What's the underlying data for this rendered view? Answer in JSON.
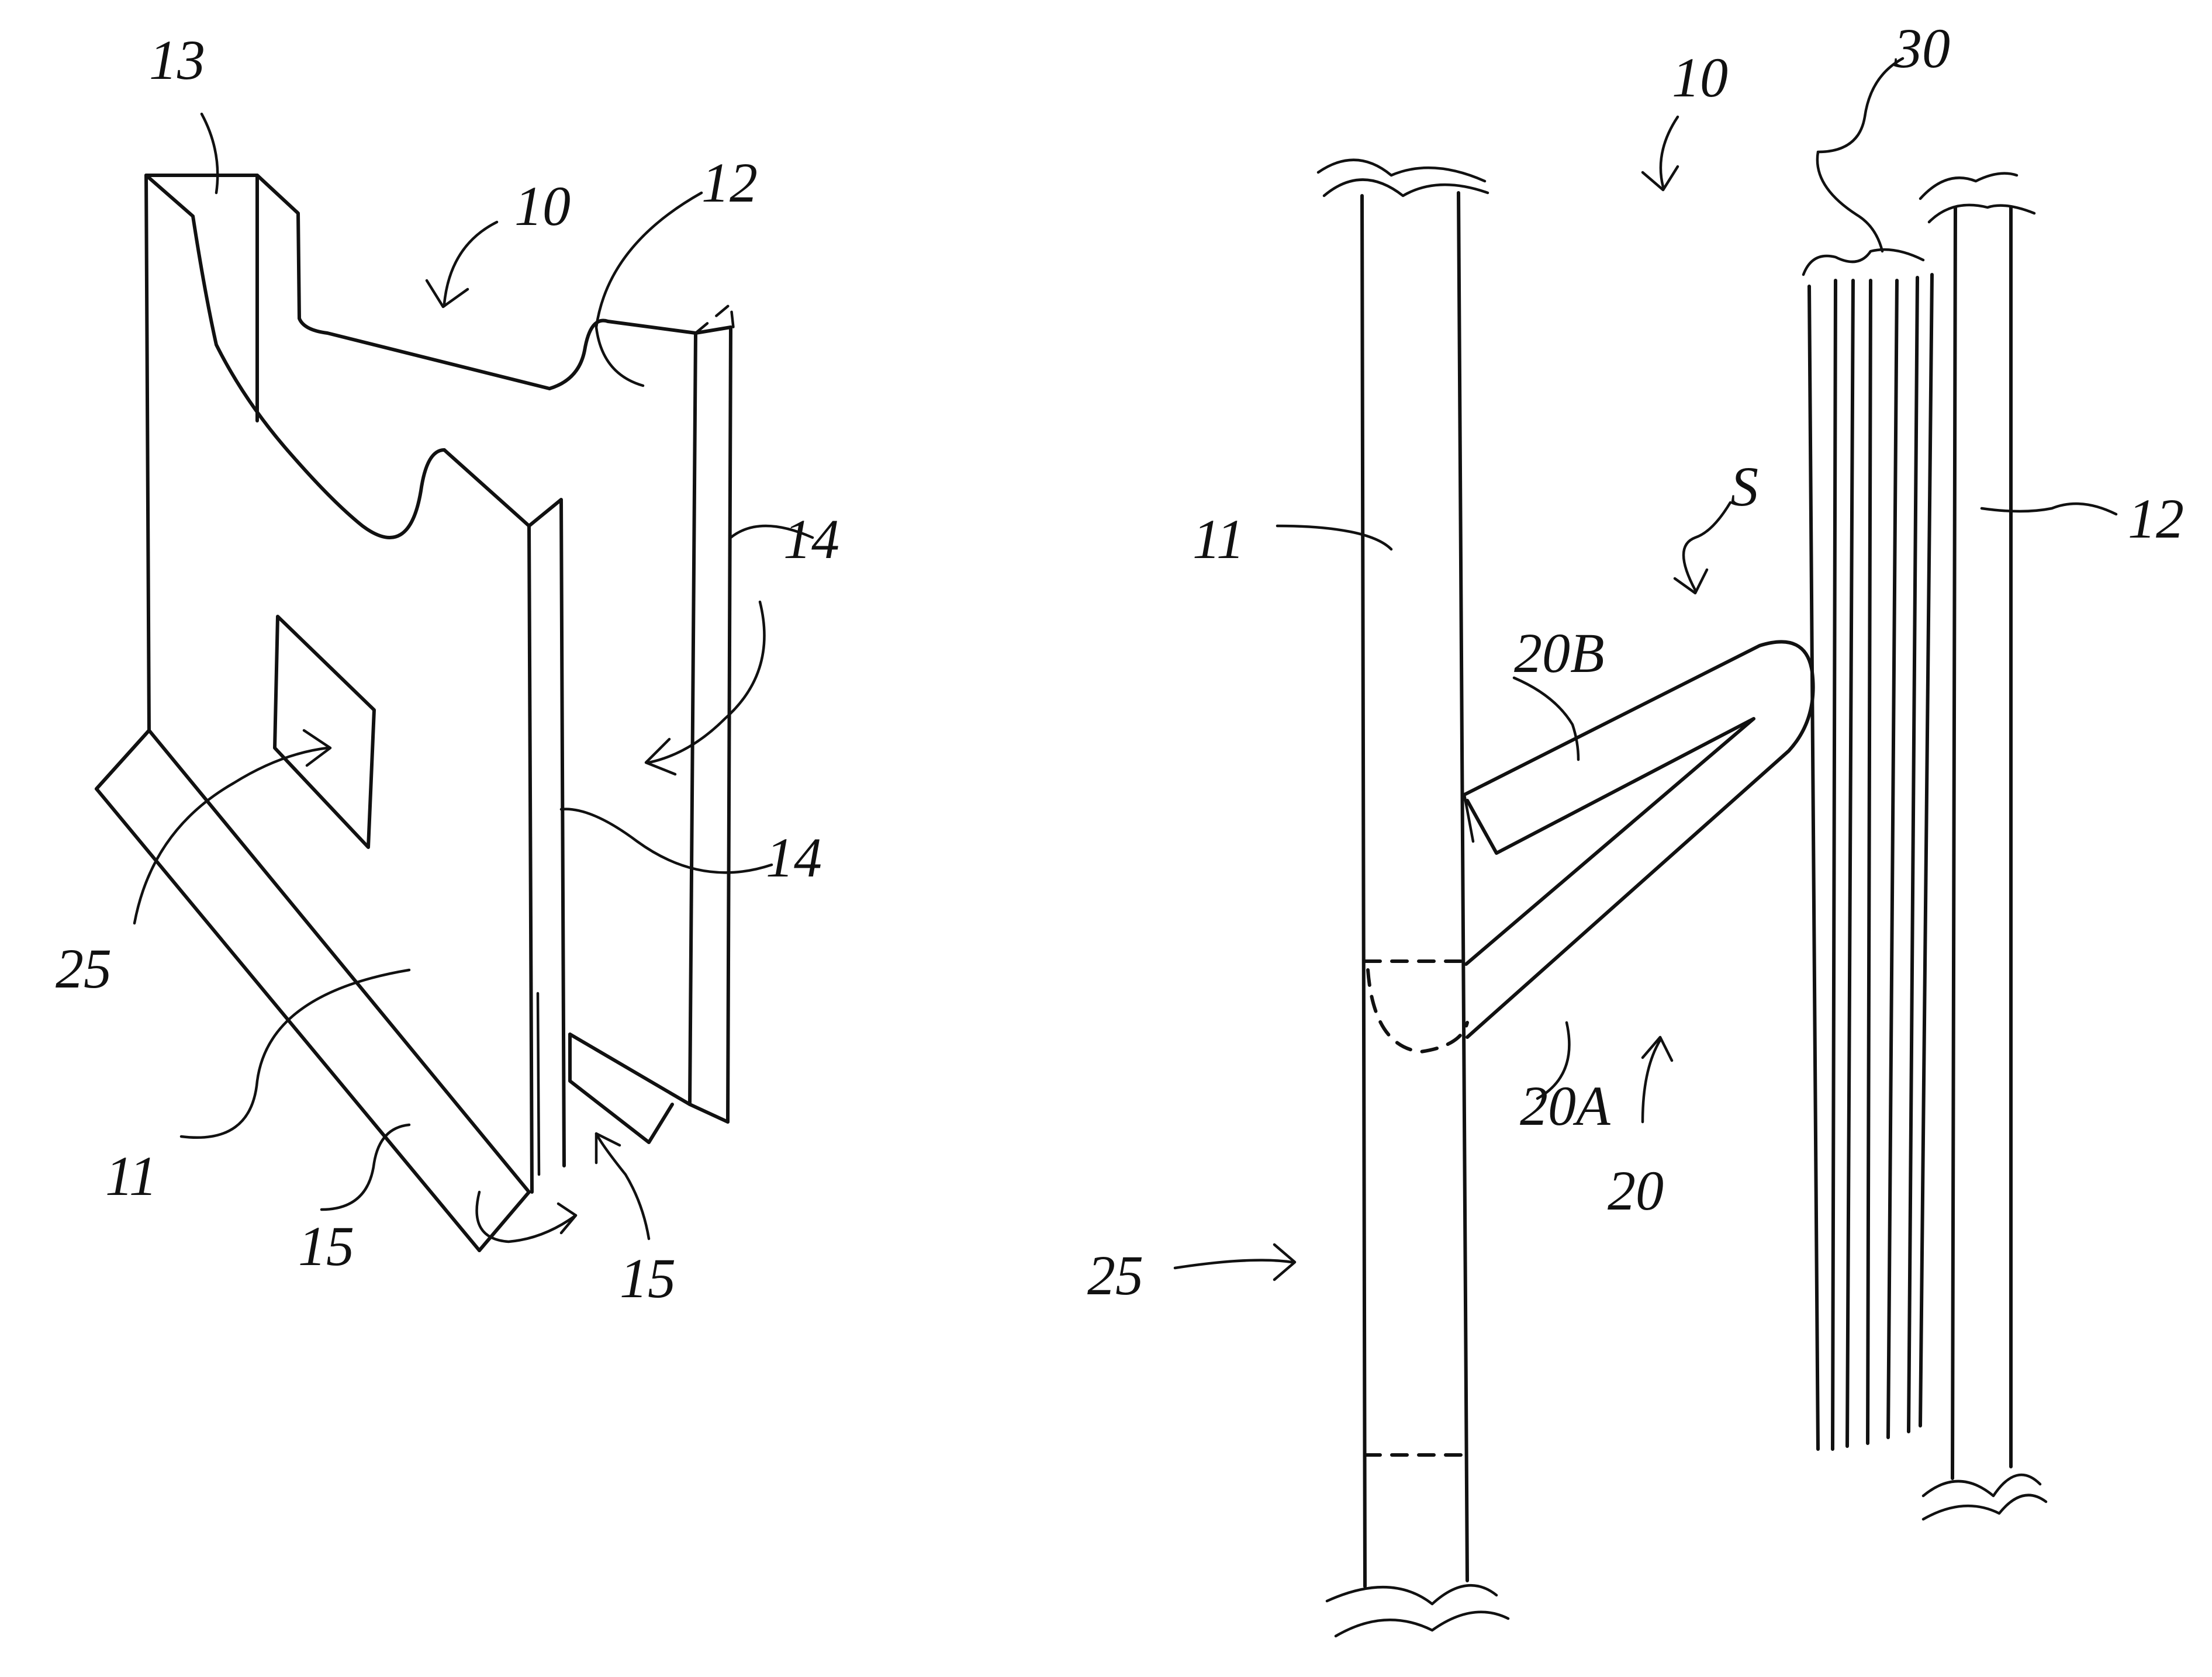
{
  "figure_left": {
    "labels": {
      "ref_10": "10",
      "ref_11": "11",
      "ref_12": "12",
      "ref_13": "13",
      "ref_14_upper": "14",
      "ref_14_lower": "14",
      "ref_15_left": "15",
      "ref_15_right": "15",
      "ref_25": "25"
    }
  },
  "figure_right": {
    "labels": {
      "ref_10": "10",
      "ref_11": "11",
      "ref_12": "12",
      "ref_20": "20",
      "ref_20A": "20A",
      "ref_20B": "20B",
      "ref_25": "25",
      "ref_30": "30",
      "ref_S": "S"
    }
  }
}
